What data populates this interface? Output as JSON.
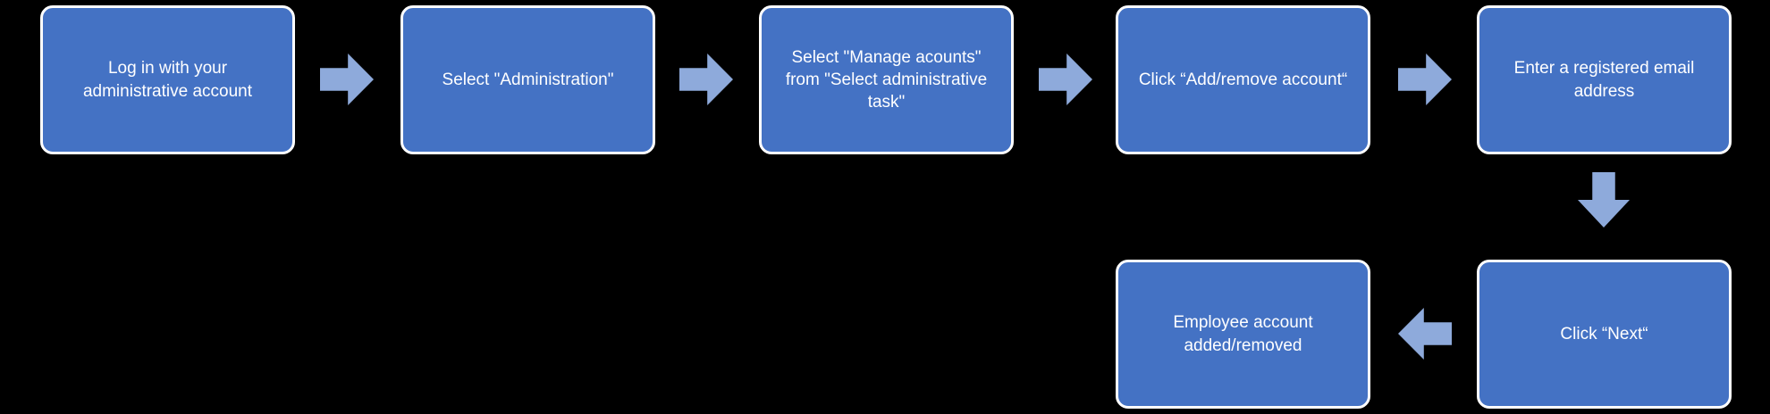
{
  "diagram": {
    "title": "employee-account-admin-flowchart",
    "colors": {
      "background": "#000000",
      "box_fill": "#4472C4",
      "box_border": "#FFFFFF",
      "box_text": "#FFFFFF",
      "arrow": "#8EAADB"
    },
    "steps": [
      {
        "label": "Log in with your administrative account"
      },
      {
        "label": "Select \"Administration\""
      },
      {
        "label": "Select \"Manage acounts\" from \"Select administrative task\""
      },
      {
        "label": "Click “Add/remove account“"
      },
      {
        "label": "Enter a registered email address"
      },
      {
        "label": "Click “Next“"
      },
      {
        "label": "Employee account added/removed"
      }
    ],
    "connectors": [
      {
        "from": 1,
        "to": 2,
        "direction": "right"
      },
      {
        "from": 2,
        "to": 3,
        "direction": "right"
      },
      {
        "from": 3,
        "to": 4,
        "direction": "right"
      },
      {
        "from": 4,
        "to": 5,
        "direction": "right"
      },
      {
        "from": 5,
        "to": 6,
        "direction": "down"
      },
      {
        "from": 6,
        "to": 7,
        "direction": "left"
      }
    ]
  }
}
